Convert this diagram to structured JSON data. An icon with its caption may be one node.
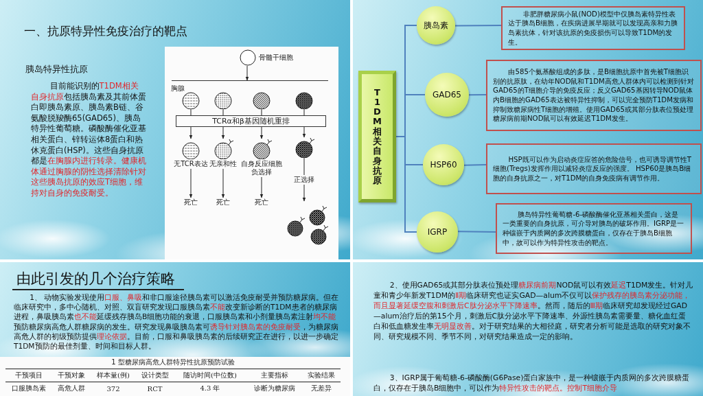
{
  "diagram": {
    "nodes": [
      {
        "text": [
          "T1DM相关自身抗原"
        ]
      },
      {
        "text": [
          "胰岛素"
        ]
      },
      {
        "text": [
          "非肥胖糖尿病小鼠(NOD)模型中仅胰岛素特异性表达于胰岛B细胞，在疾病进展早期就可以发现高亲和力胰岛素抗体，针对该抗原的免疫损伤可以导致T1DM的发生。"
        ]
      },
      {
        "text": [
          "GAD65"
        ]
      },
      {
        "text": [
          "由585个氨基酸组成的多肽，是B细胞抗原中首先被T细胞识别的抗原肽，在幼年NOD鼠和T1DM高危人群体内可以检测到针对GAD65的T细胞介导的免疫反应；反义GAD65基因转导NOD鼠体内B细胞的GAD65表达被特异性抑制，可以完全预防T1DM发病和抑制致糖尿病性T细胞的增殖。使用GAD65或其部分肽表位预处理糖尿病前期NOD鼠可以有效延迟T1DM发生。"
        ]
      },
      {
        "text": [
          "HSP60"
        ]
      },
      {
        "text": [
          "HSP既可以作为启动炎症应答的危险信号，也可诱导调节性T细胞(Tregs)发挥作用以减轻炎症反应的强度。 HSP60是胰岛B细胞的自身抗原之一，对T1DM的自身免疫病有调节作用。"
        ]
      },
      {
        "text": [
          "IGRP"
        ]
      },
      {
        "text": [
          "胰岛特异性葡萄糖-6-磷酸酶催化亚基相关蛋白，这是一类重要的自身抗原，可介导对胰岛的破坏作用。IGRP是一种镶嵌于内质网的多次跨膜糖蛋白，仅存在于胰岛B细胞中，故可以作为特异性攻击的靶点。"
        ]
      },
      {
        "text": [],
        "shape": "circle",
        "beside": [
          "骨髓干细胞"
        ]
      },
      {
        "text": [],
        "shape": "circle"
      },
      {
        "text": [],
        "shape": "circle"
      },
      {
        "text": [],
        "shape": "circle"
      },
      {
        "text": [],
        "shape": "circle"
      },
      {
        "text": [
          "TCRα和β基因随机重排"
        ]
      },
      {
        "text": [],
        "shape": "circle",
        "beside": [
          "无TCR表达"
        ]
      },
      {
        "text": [],
        "shape": "circle",
        "beside": [
          "无亲和性"
        ]
      },
      {
        "text": [],
        "shape": "circle",
        "beside": [
          "自身反应细胞负选择"
        ]
      },
      {
        "text": [],
        "shape": "circle"
      },
      {
        "text": [
          "死亡"
        ]
      },
      {
        "text": [
          "死亡"
        ]
      },
      {
        "text": [
          "死亡"
        ]
      },
      {
        "text": [],
        "shape": "picture"
      }
    ],
    "edges": [
      {
        "from": 0,
        "to": 1,
        "arrow": "none",
        "color": "#4f81bd"
      },
      {
        "from": 0,
        "to": 3,
        "arrow": "none",
        "color": "#4f81bd"
      },
      {
        "from": 0,
        "to": 5,
        "arrow": "none",
        "color": "#4f81bd"
      },
      {
        "from": 0,
        "to": 7,
        "arrow": "none",
        "color": "#4f81bd"
      },
      {
        "from": 1,
        "to": 2,
        "arrow": "none",
        "color": "#4f81bd"
      },
      {
        "from": 3,
        "to": 4,
        "arrow": "none",
        "color": "#4f81bd"
      },
      {
        "from": 5,
        "to": 6,
        "arrow": "none",
        "color": "#4f81bd"
      },
      {
        "from": 7,
        "to": 8,
        "arrow": "none",
        "color": "#4f81bd"
      },
      {
        "from": 9,
        "to": null,
        "arrow": "to"
      },
      {
        "from": 10,
        "to": 14,
        "arrow": "none"
      },
      {
        "from": 11,
        "to": 14,
        "arrow": "none"
      },
      {
        "from": 12,
        "to": 14,
        "arrow": "none"
      },
      {
        "from": 13,
        "to": 14,
        "arrow": "none"
      },
      {
        "from": 14,
        "to": 15,
        "arrow": "to"
      },
      {
        "from": 14,
        "to": 16,
        "arrow": "to"
      },
      {
        "from": 14,
        "to": 17,
        "arrow": "to"
      },
      {
        "from": 14,
        "to": 18,
        "arrow": "to"
      },
      {
        "from": 15,
        "to": 19,
        "arrow": "to"
      },
      {
        "from": 16,
        "to": 20,
        "arrow": "to"
      },
      {
        "from": 17,
        "to": 21,
        "arrow": "to"
      },
      {
        "from": 18,
        "to": 22,
        "arrow": "to",
        "label": "正选择"
      }
    ],
    "labels": [
      "一、抗原特异性免疫治疗的靶点",
      "胰岛特异性抗原",
      "目前能识别的**T1DM相关自身抗原**包括胰岛素及其前体蛋白即胰岛素原、胰岛素B链、谷氨酸脱羧酶65(GAD65)、胰岛特异性葡萄糖。磷酸酶催化亚基相关蛋白、锌转运体8蛋白和热休克蛋白(HSP)。这些自身抗原都是**在胸腺内进行转录。健康机体通过胸腺的阴性选择清除针对这些胰岛抗原的效应T细胞，维持对自身的免疫耐受。**",
      "胸腺",
      "由此引发的几个治疗策略",
      "1、 动物实验发现使用**口服、鼻吸**和非口服途径胰岛素可以激活免疫耐受并预防糖尿病。但在临床研究中，多中心随机、对照、双盲研究发现口服胰岛素**不能**改变新诊断的T1DM患者的糖尿病进程，鼻吸胰岛素**也不能**延缓残存胰岛B细胞功能的衰退，口服胰岛素和小剂量胰岛素注射**均不能**预防糖尿病高危人群糖尿病的发生。研究发现鼻吸胰岛素可**诱导针对胰岛素的免疫耐受**，为糖尿病高危人群的初级预防提供**理论依据**。目前，口服和鼻吸胰岛素的后续研究正在进行，以进一步确定T1DM预防的最佳剂量、时间和目标人群。",
      "1 型糖尿病高危人群特异性抗原预防试验",
      "干预项目",
      "干预对象",
      "样本量(例)",
      "设计类型",
      "随访时间(中位数)",
      "主要指标",
      "实验结果",
      "口服胰岛素",
      "高危人群",
      "372",
      "RCT",
      "4.3 年",
      "诊断为糖尿病",
      "无差异",
      "2、使用GAD65或其部分肽表位预处理**糖尿病前期**NOD鼠可以有效**延迟**T1DM发生。针对儿童和青少年新发T1DM的**Ⅱ期**临床研究也证实GAD—alum不仅可以**保护残存的胰岛素分泌功能，而且显著延缓空腹和刺激后C肽分泌水平下降速率**。然而，随后的**Ⅲ期**临床研究却发现经过GAD—alum治疗后的第15个月，刺激后C肽分泌水平下降速率、外源性胰岛素需要量、糖化血红蛋白和低血糖发生率**无明显改善**。对于研究结果的大相径庭，研究者分析可能是选取的研究对象不同、研究规模不同、季节不同，对研究结果造成一定的影响。",
      "3、IGRP属于葡萄糖-6-磷酸酶(G6Pase)蛋白家族中，是一种镶嵌于内质网的多次跨膜糖蛋白，仅存在于胰岛B细胞中，可以作为**特异性攻击的靶点。控制T细胞介导**"
    ]
  }
}
